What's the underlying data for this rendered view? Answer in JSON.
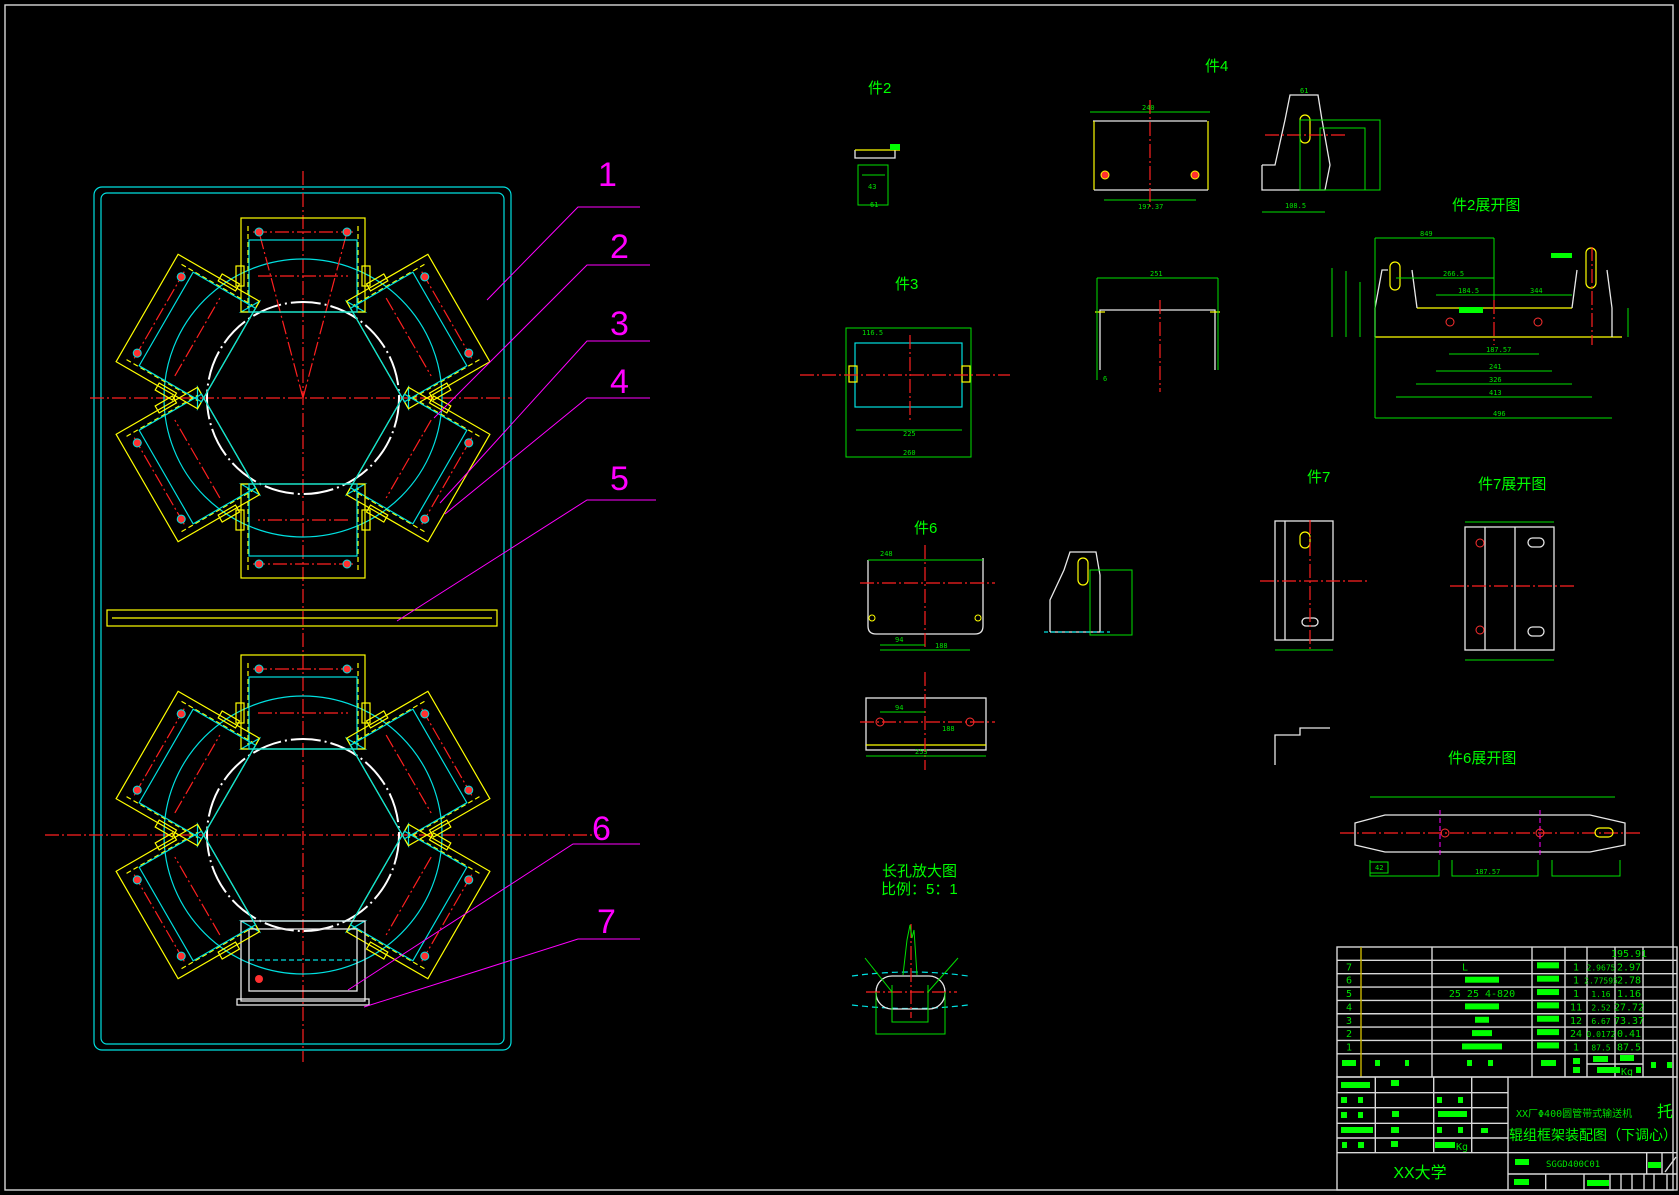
{
  "drawing": {
    "part_numbers": [
      "1",
      "2",
      "3",
      "4",
      "5",
      "6",
      "7"
    ],
    "views": {
      "part2": "件2",
      "part4": "件4",
      "part3": "件3",
      "part2_flat": "件2展开图",
      "part6": "件6",
      "part7": "件7",
      "part7_flat": "件7展开图",
      "part6_flat": "件6展开图",
      "slot_detail": "长孔放大图",
      "slot_scale": "比例：5：1"
    },
    "dims": [
      "240",
      "197.37",
      "251",
      "6",
      "116.5",
      "225",
      "260",
      "248",
      "94",
      "188",
      "94",
      "253",
      "188",
      "849",
      "266.5",
      "187.57",
      "241",
      "326",
      "413",
      "496",
      "344",
      "184.5",
      "61",
      "108.5",
      "43",
      "61",
      "187.57",
      "42"
    ]
  },
  "bom": {
    "header_total": "195.91",
    "rows": [
      {
        "no": "7",
        "name": "L",
        "qty": "1",
        "unit": "2.9675",
        "total": "2.97"
      },
      {
        "no": "6",
        "name": "",
        "qty": "1",
        "unit": "2.77595",
        "total": "2.78"
      },
      {
        "no": "5",
        "name": "25  25  4-820",
        "qty": "1",
        "unit": "1.16",
        "total": "1.16"
      },
      {
        "no": "4",
        "name": "",
        "qty": "11",
        "unit": "2.52",
        "total": "27.72"
      },
      {
        "no": "3",
        "name": "",
        "qty": "12",
        "unit": "6.67",
        "total": "73.37"
      },
      {
        "no": "2",
        "name": "",
        "qty": "24",
        "unit": "0.0172",
        "total": "0.41"
      },
      {
        "no": "1",
        "name": "",
        "qty": "1",
        "unit": "87.5",
        "total": "87.5"
      }
    ],
    "kg_label": "Kg"
  },
  "title_block": {
    "project": "XX厂Φ400圆管带式输送机",
    "title_prefix": "托",
    "title": "辊组框架装配图（下调心）",
    "drawing_code": "SGGD400C01",
    "school": "XX大学",
    "kg_label": "Kg"
  },
  "colors": {
    "green": "#00ff00",
    "cyan": "#00e0e0",
    "yellow": "#ffff00",
    "red": "#ff2020",
    "magenta": "#ff00ff"
  }
}
